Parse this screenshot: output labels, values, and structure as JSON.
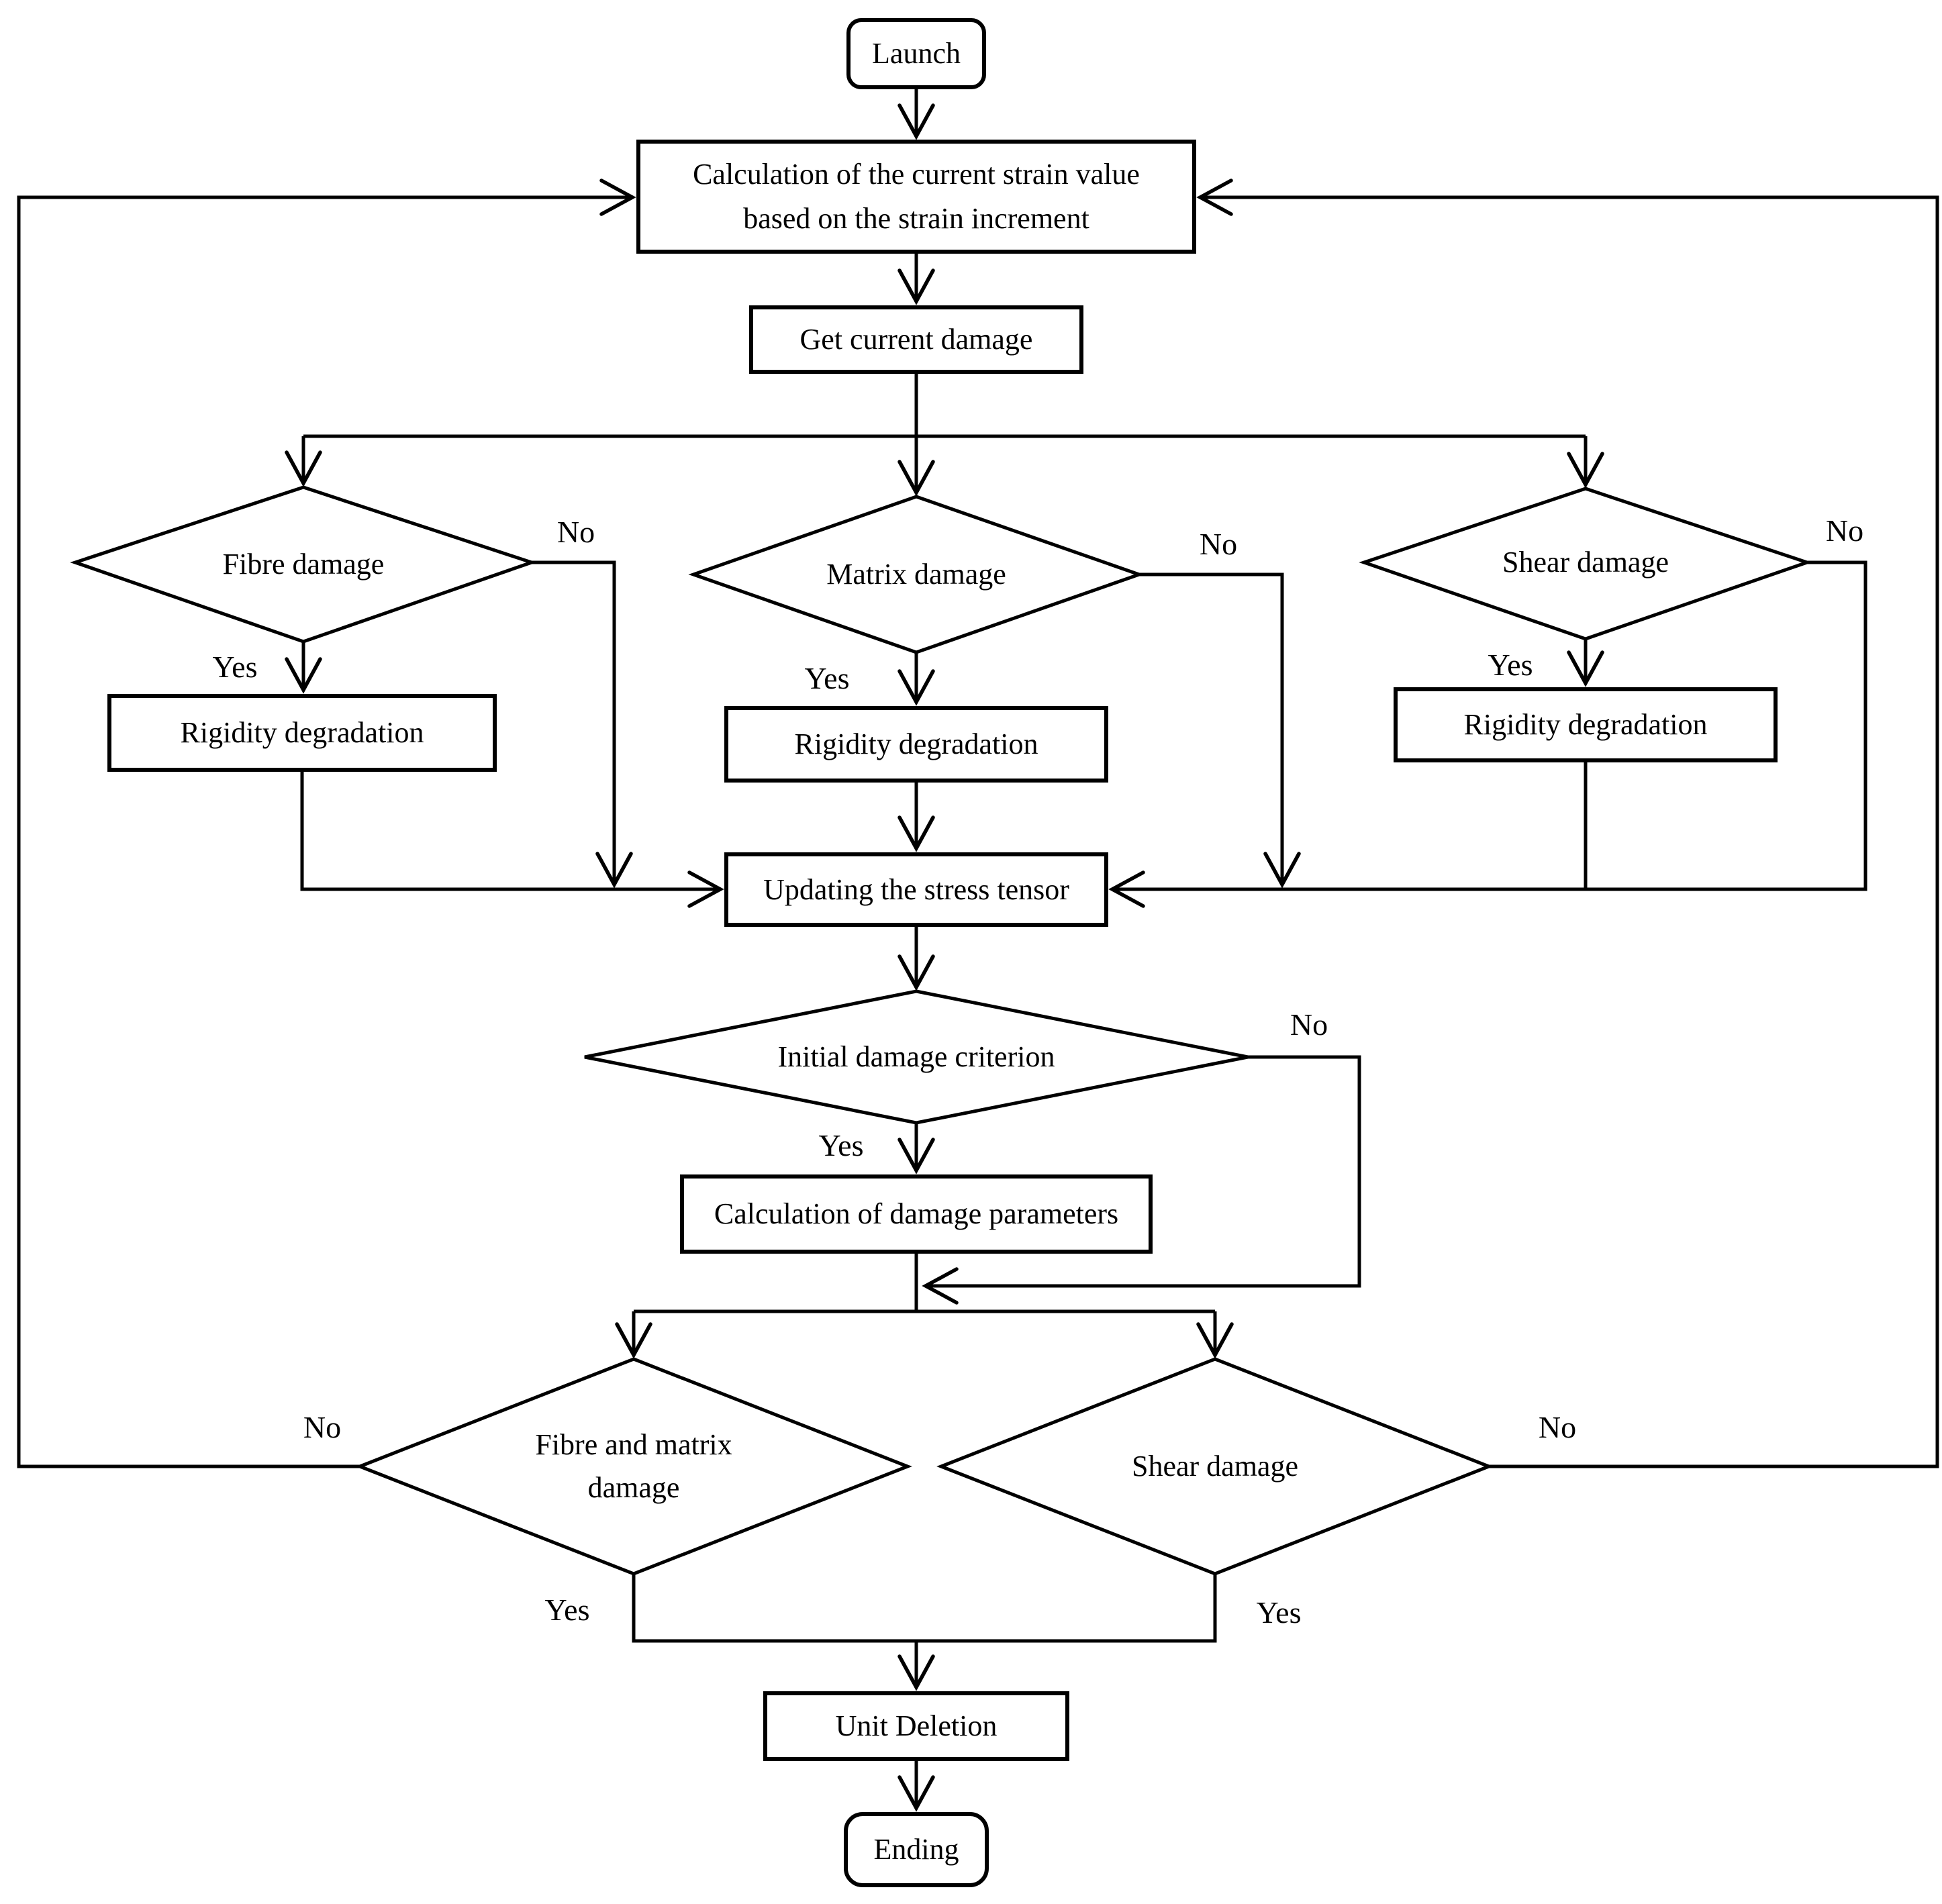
{
  "diagram": {
    "background_color": "#ffffff",
    "line_color": "#000000",
    "branch_labels": {
      "yes": "Yes",
      "no": "No"
    },
    "nodes": {
      "launch": {
        "label": "Launch"
      },
      "calc_strain": {
        "line1": "Calculation of the current strain value",
        "line2": "based on the strain increment"
      },
      "get_damage": {
        "label": "Get current damage"
      },
      "fibre_damage": {
        "label": "Fibre damage"
      },
      "matrix_damage": {
        "label": "Matrix damage"
      },
      "shear_damage": {
        "label": "Shear damage"
      },
      "rigidity_degradation": {
        "label": "Rigidity degradation"
      },
      "update_stress": {
        "label": "Updating the stress tensor"
      },
      "initial_criterion": {
        "label": "Initial damage criterion"
      },
      "calc_damage_params": {
        "label": "Calculation of damage parameters"
      },
      "fibre_matrix_damage": {
        "line1": "Fibre and matrix",
        "line2": "damage"
      },
      "shear_damage_final": {
        "label": "Shear damage"
      },
      "unit_deletion": {
        "label": "Unit Deletion"
      },
      "ending": {
        "label": "Ending"
      }
    }
  }
}
